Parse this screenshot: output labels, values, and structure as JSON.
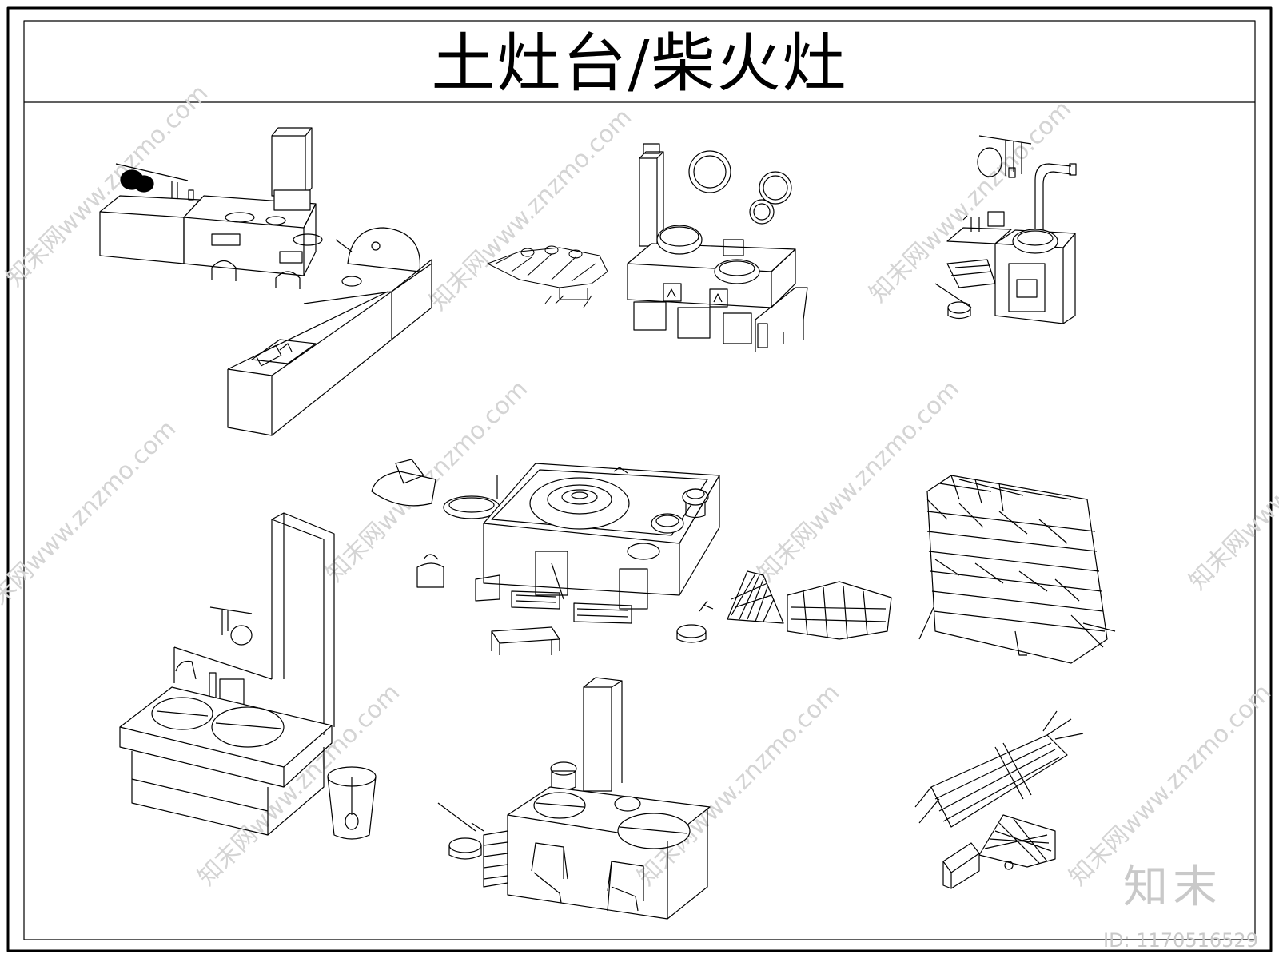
{
  "title": "土灶台/柴火灶",
  "watermark": {
    "text": "知末网www.znzmo.com",
    "color": "#d4d4d4"
  },
  "brand": {
    "logo_text": "知末",
    "id_text": "ID: 1170516529"
  },
  "figures": [
    {
      "name": "l-shaped-kitchen-stove"
    },
    {
      "name": "brick-stove-with-firewood-pile"
    },
    {
      "name": "small-stove-with-chimney"
    },
    {
      "name": "large-wok-stove"
    },
    {
      "name": "stacked-firewood-rack"
    },
    {
      "name": "double-wok-stove-with-wall"
    },
    {
      "name": "double-pot-stove-with-chimney"
    },
    {
      "name": "firewood-bundle-and-stool"
    }
  ],
  "colors": {
    "line": "#000000",
    "background": "#ffffff",
    "watermark": "#d4d4d4"
  }
}
